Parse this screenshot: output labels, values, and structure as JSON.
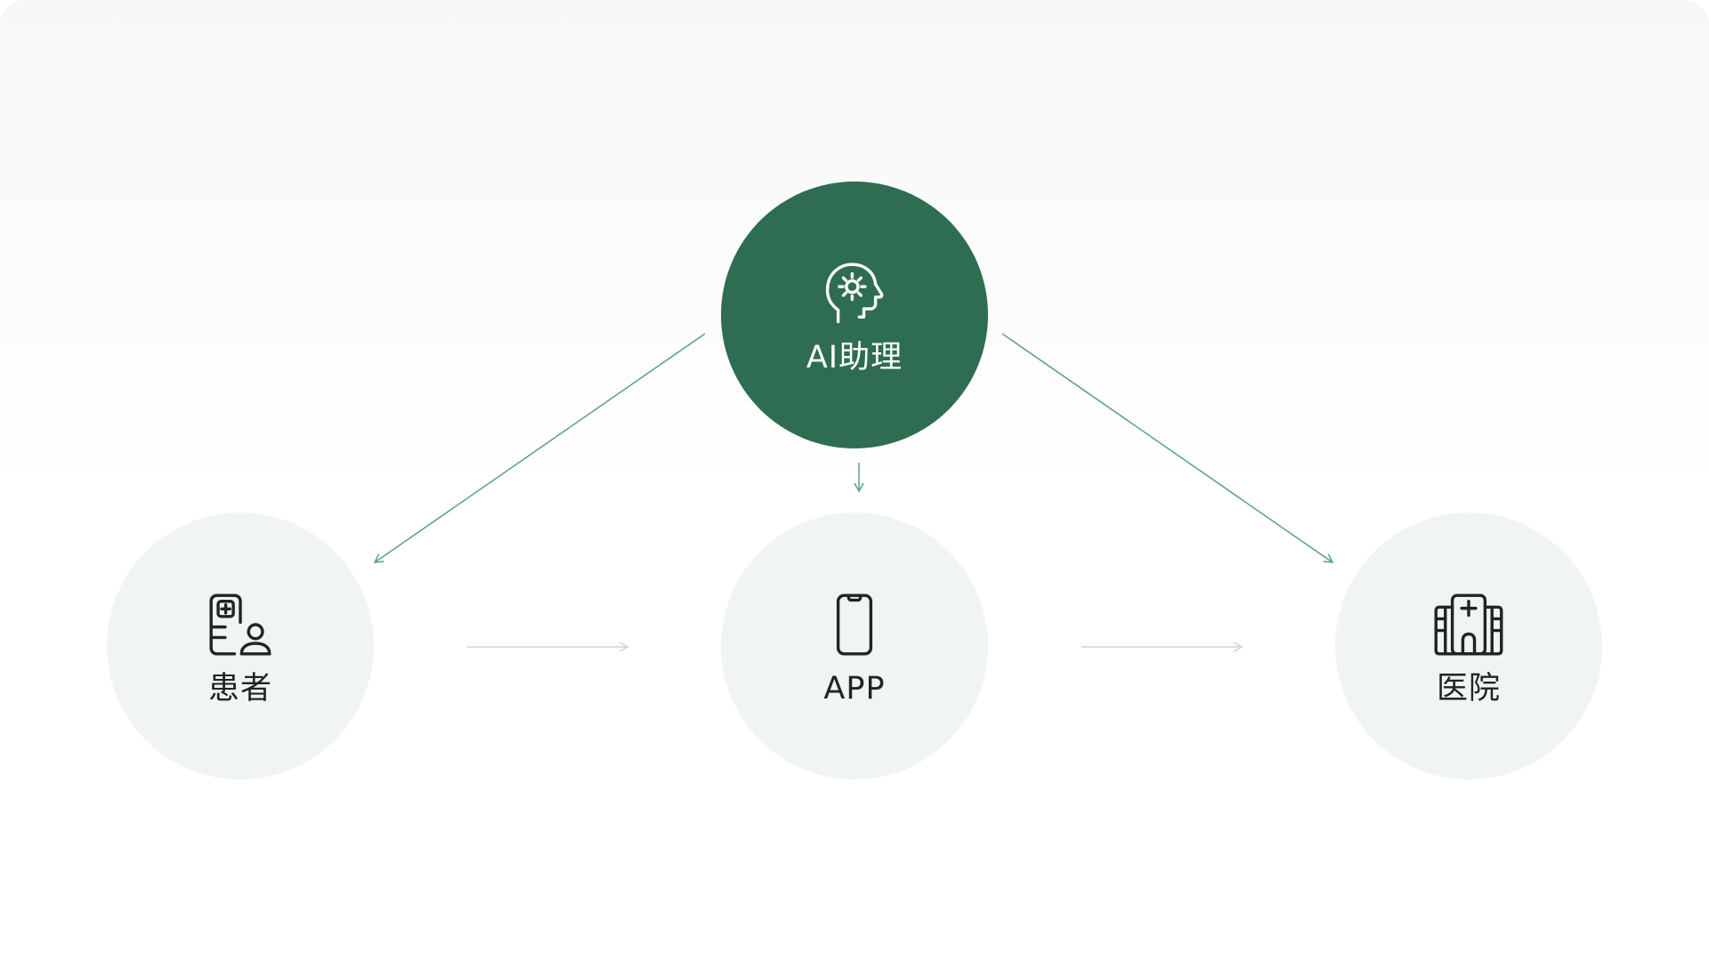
{
  "diagram": {
    "center_node": {
      "label": "AI助理",
      "icon": "brain-head-icon"
    },
    "nodes": [
      {
        "id": "patient",
        "label": "患者",
        "icon": "patient-record-icon"
      },
      {
        "id": "app",
        "label": "APP",
        "icon": "smartphone-icon"
      },
      {
        "id": "hospital",
        "label": "医院",
        "icon": "hospital-building-icon"
      }
    ],
    "colors": {
      "primary": "#2e6d51",
      "secondary_fill": "#f1f5f2",
      "connector": "#5aa27d",
      "connector_light": "#c9d9cf",
      "text_dark": "#1f2622"
    }
  }
}
